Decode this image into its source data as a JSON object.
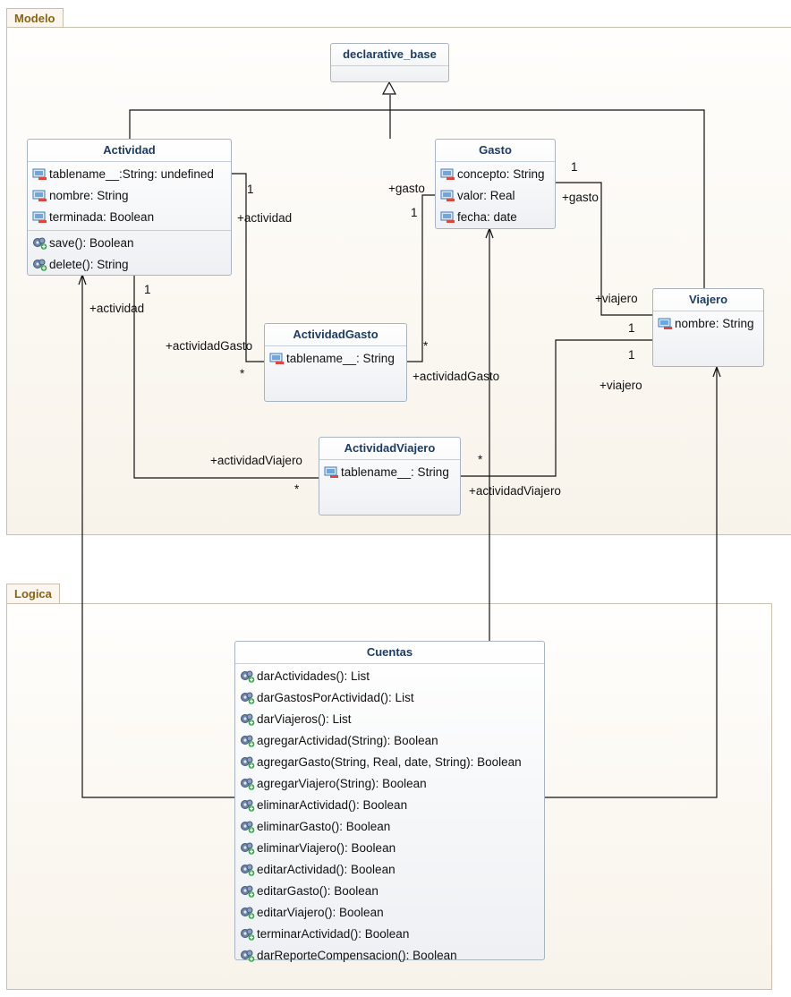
{
  "packages": {
    "modelo": {
      "name": "Modelo"
    },
    "logica": {
      "name": "Logica"
    }
  },
  "classes": {
    "declarative_base": {
      "name": "declarative_base"
    },
    "actividad": {
      "name": "Actividad",
      "attributes": [
        "tablename__:String: undefined",
        "nombre: String",
        "terminada: Boolean"
      ],
      "operations": [
        "save(): Boolean",
        "delete(): String"
      ]
    },
    "gasto": {
      "name": "Gasto",
      "attributes": [
        "concepto: String",
        "valor: Real",
        "fecha: date"
      ]
    },
    "viajero": {
      "name": "Viajero",
      "attributes": [
        "nombre: String"
      ]
    },
    "actividad_gasto": {
      "name": "ActividadGasto",
      "attributes": [
        "tablename__: String"
      ]
    },
    "actividad_viajero": {
      "name": "ActividadViajero",
      "attributes": [
        "tablename__: String"
      ]
    },
    "cuentas": {
      "name": "Cuentas",
      "operations": [
        "darActividades(): List",
        "darGastosPorActividad(): List",
        "darViajeros(): List",
        "agregarActividad(String): Boolean",
        "agregarGasto(String, Real, date, String): Boolean",
        "agregarViajero(String): Boolean",
        "eliminarActividad(): Boolean",
        "eliminarGasto(): Boolean",
        "eliminarViajero(): Boolean",
        "editarActividad(): Boolean",
        "editarGasto(): Boolean",
        "editarViajero(): Boolean",
        "terminarActividad(): Boolean",
        "darReporteCompensacion(): Boolean"
      ]
    }
  },
  "association_labels": {
    "act_one_to_ag": "1",
    "act_role_to_ag": "+actividad",
    "ag_role_actividad": "+actividadGasto",
    "ag_mult_actividad": "*",
    "gasto_role_to_ag": "+gasto",
    "gasto_one_to_ag": "1",
    "ag_mult_gasto": "*",
    "ag_role_gasto": "+actividadGasto",
    "gasto_one_to_viajero": "1",
    "gasto_role_from_viajero": "+gasto",
    "viajero_role_to_gasto": "+viajero",
    "viajero_one_to_gasto": "1",
    "viajero_one_to_av": "1",
    "viajero_role_to_av": "+viajero",
    "act_one_to_av": "1",
    "act_role_to_av": "+actividad",
    "av_role_actividad": "+actividadViajero",
    "av_mult_actividad": "*",
    "av_mult_viajero": "*",
    "av_role_viajero": "+actividadViajero"
  }
}
